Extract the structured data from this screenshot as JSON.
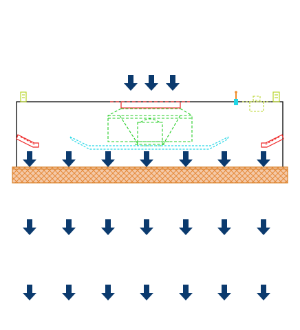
{
  "colors": {
    "background": "#ffffff",
    "arrow": "#0b3a6e",
    "housing_outline": "#000000",
    "filter_fill": "#f4c9a8",
    "filter_hatch": "#e58a3a",
    "filter_border": "#d9822b",
    "fan_assembly": "#22cc22",
    "fan_plate": "#ee3333",
    "cyan_duct": "#22d6e6",
    "red_parts": "#ee2222",
    "yellow_parts": "#b8d62a",
    "orange_valve": "#f08c2a"
  },
  "icons": {
    "arrow": "down-arrow-icon",
    "top_arrow_count": 3,
    "row_arrow_count": 7,
    "row_count": 3
  }
}
